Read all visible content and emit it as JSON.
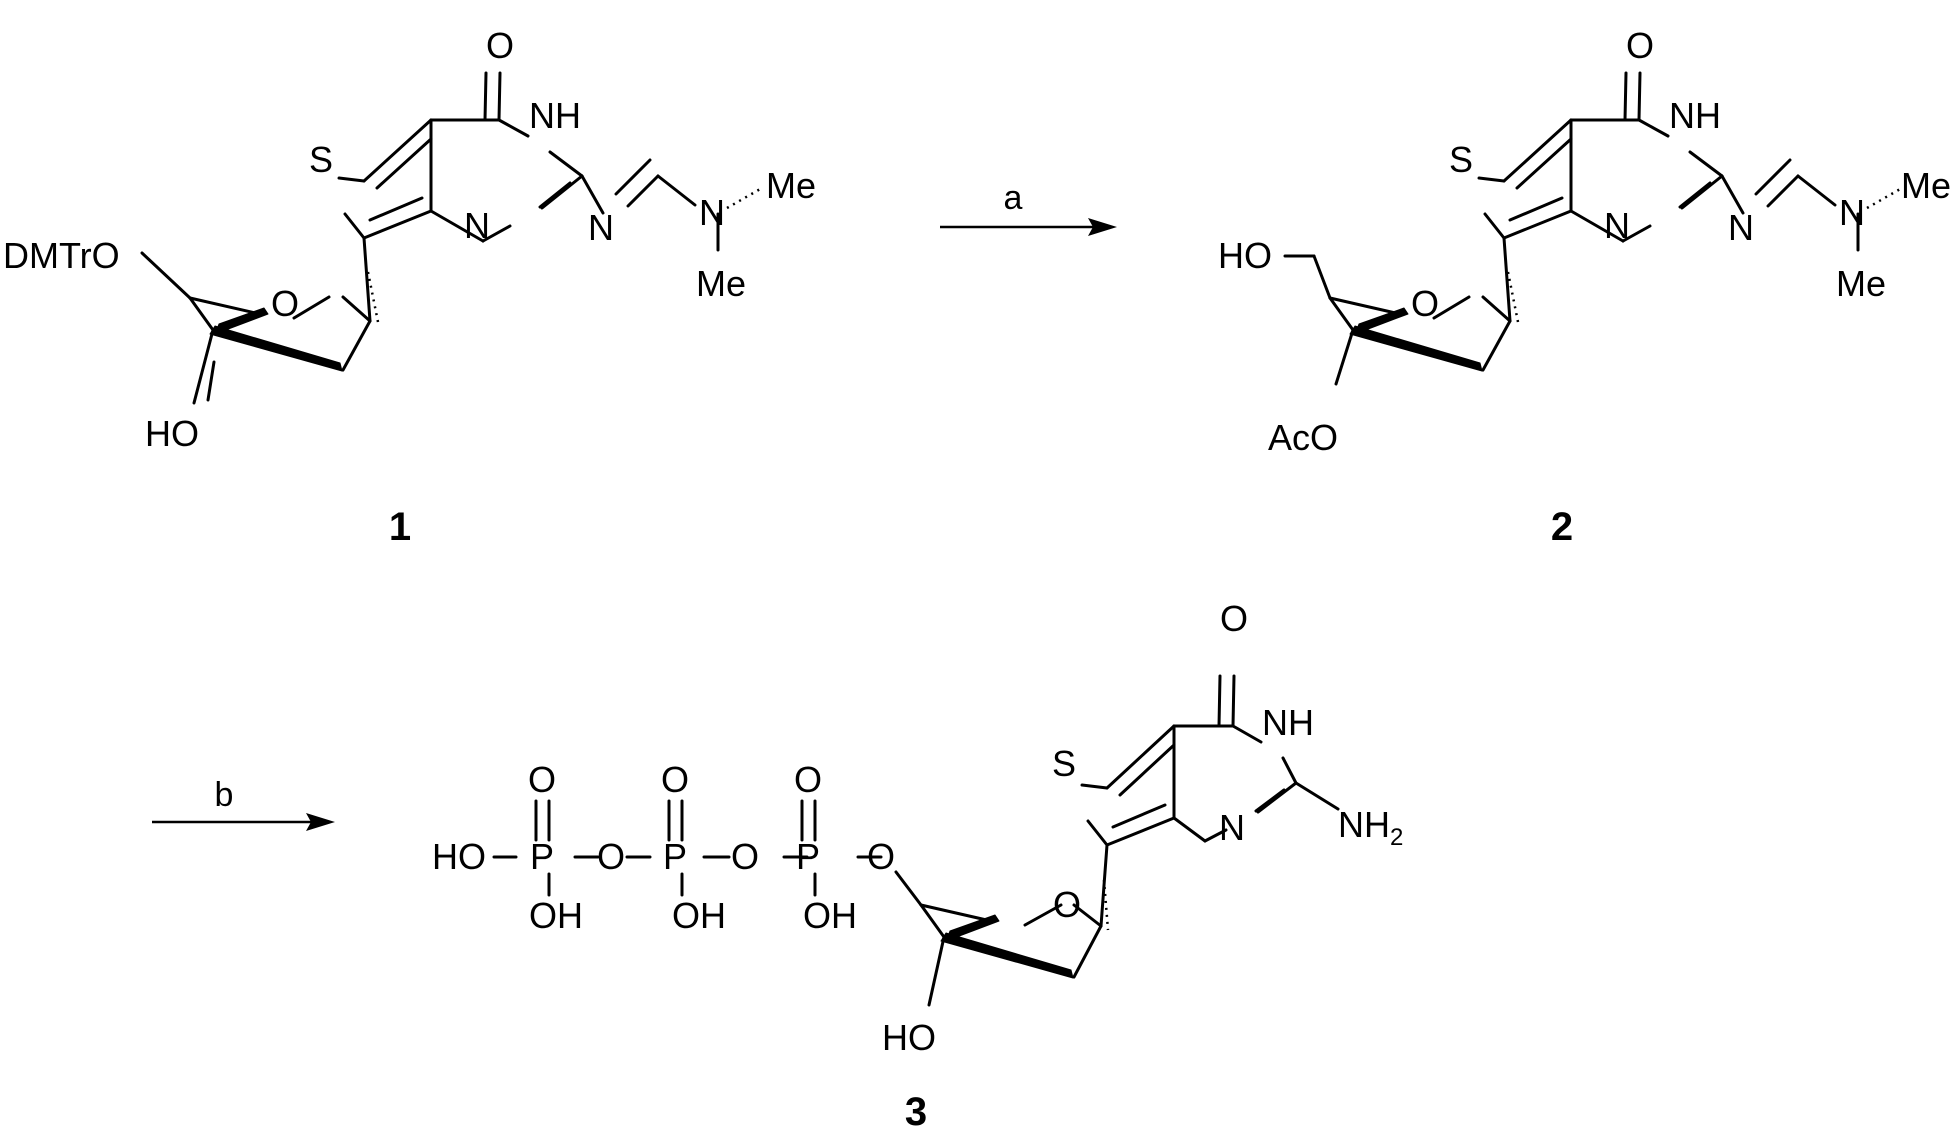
{
  "scheme": {
    "compounds": {
      "c1": {
        "number": "1",
        "labels": {
          "o_keto": "O",
          "nh": "NH",
          "s": "S",
          "n_ring": "N",
          "n_imine": "N",
          "n_amine": "N",
          "me_top": "Me",
          "me_bottom": "Me",
          "o_ring": "O",
          "dmtro": "DMTrO",
          "ho": "HO"
        }
      },
      "c2": {
        "number": "2",
        "labels": {
          "o_keto": "O",
          "nh": "NH",
          "s": "S",
          "n_ring": "N",
          "n_imine": "N",
          "n_amine": "N",
          "me_top": "Me",
          "me_bottom": "Me",
          "o_ring": "O",
          "ho": "HO",
          "aco": "AcO"
        }
      },
      "c3": {
        "number": "3",
        "labels": {
          "o_keto": "O",
          "nh": "NH",
          "s": "S",
          "n_ring": "N",
          "nh2_main": "NH",
          "nh2_sub": "2",
          "o_ring": "O",
          "ho": "HO",
          "ho_p1": "HO",
          "p1": "P",
          "p2": "P",
          "p3": "P",
          "o_p1": "O",
          "o_p2": "O",
          "o_p3": "O",
          "o_link1": "O",
          "o_link2": "O",
          "o_link3": "O",
          "oh_p1": "OH",
          "oh_p2": "OH",
          "oh_p3": "OH"
        }
      }
    },
    "reagents": {
      "a": "a",
      "b": "b"
    }
  }
}
